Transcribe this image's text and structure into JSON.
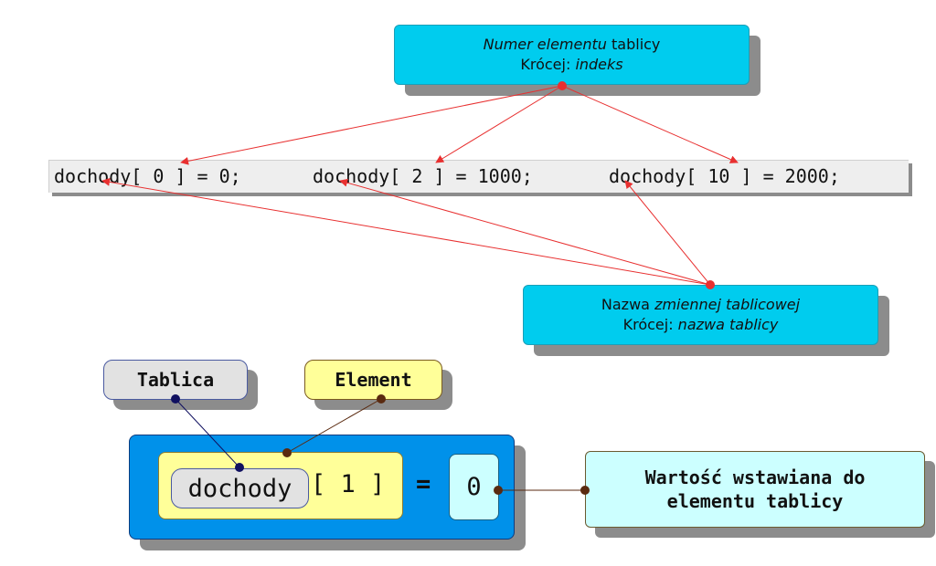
{
  "top_callout": {
    "line1_italic": "Numer elementu",
    "line1_rest": " tablicy",
    "line2_prefix": "Krócej: ",
    "line2_italic": "indeks"
  },
  "code_statements": [
    "dochody[ 0 ] = 0;",
    "dochody[ 2 ] = 1000;",
    "dochody[ 10 ] = 2000;"
  ],
  "bottom_callout": {
    "line1_prefix": "Nazwa ",
    "line1_italic": "zmiennej tablicowej",
    "line2_prefix": "Krócej: ",
    "line2_italic": "nazwa tablicy"
  },
  "labels": {
    "tablica": "Tablica",
    "element": "Element"
  },
  "expression": {
    "array_name": "dochody",
    "index_part": "[ 1 ]",
    "equals": "=",
    "value": "0"
  },
  "value_label": {
    "line1": "Wartość wstawiana do",
    "line2": "elementu tablicy"
  },
  "colors": {
    "callout_cyan": "#00ccee",
    "arrow_red": "#e83030",
    "outer_blue": "#0091ea",
    "element_yellow": "#ffff99",
    "value_cyan": "#ccffff",
    "tablica_line": "#101060",
    "element_line": "#5a2a10"
  }
}
